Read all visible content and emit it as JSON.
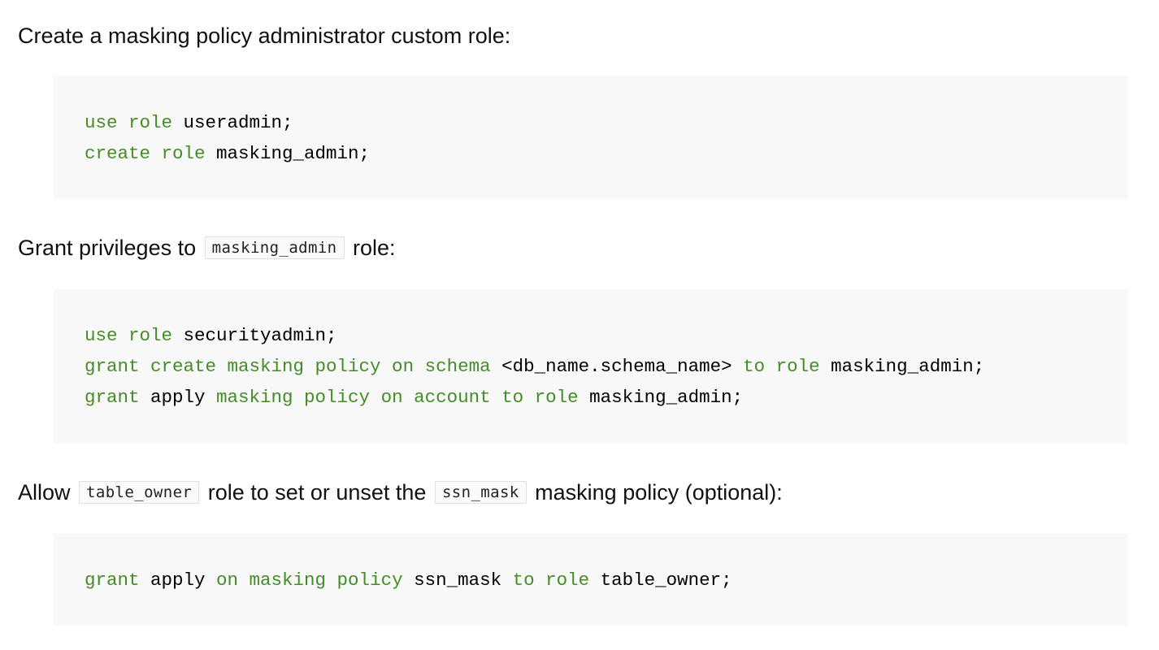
{
  "p1": {
    "text": "Create a masking policy administrator custom role:"
  },
  "block1": {
    "line1": {
      "t1": "use role ",
      "t2": "useradmin;"
    },
    "line2": {
      "t1": "create role ",
      "t2": "masking_admin;"
    }
  },
  "p2": {
    "pre": "Grant privileges to ",
    "code": "masking_admin",
    "post": " role:"
  },
  "block2": {
    "line1": {
      "t1": "use role ",
      "t2": "securityadmin;"
    },
    "line2": {
      "t1": "grant create masking policy on schema ",
      "t2": "<db_name.schema_name>",
      "t3": " to role ",
      "t4": "masking_admin;"
    },
    "line3": {
      "t1": "grant ",
      "t2": "apply",
      "t3": " masking policy on account to role ",
      "t4": "masking_admin;"
    }
  },
  "p3": {
    "pre": "Allow ",
    "code1": "table_owner",
    "mid": " role to set or unset the ",
    "code2": "ssn_mask",
    "post": " masking policy (optional):"
  },
  "block3": {
    "line1": {
      "t1": "grant ",
      "t2": "apply",
      "t3": " on masking policy ",
      "t4": "ssn_mask",
      "t5": " to role ",
      "t6": "table_owner;"
    }
  },
  "colors": {
    "keyword": "#448c27",
    "code_background": "#f8f8f8",
    "inline_code_border": "#e1e1e1"
  }
}
